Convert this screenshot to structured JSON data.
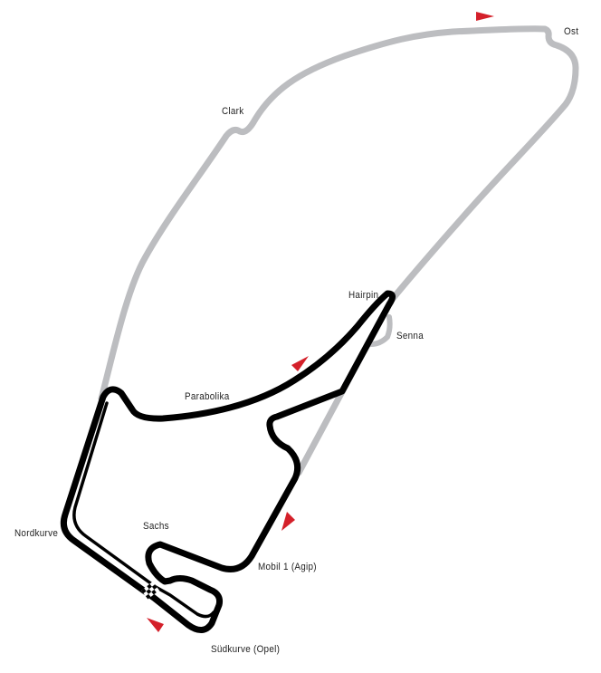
{
  "circuit": {
    "corners": {
      "ost": "Ost",
      "clark": "Clark",
      "hairpin": "Hairpin",
      "senna": "Senna",
      "parabolika": "Parabolika",
      "sachs": "Sachs",
      "nordkurve": "Nordkurve",
      "mobil1": "Mobil 1 (Agip)",
      "suedkurve": "Südkurve (Opel)"
    },
    "colors": {
      "current_track": "#000000",
      "old_track": "#bcbdc0",
      "direction_arrow": "#d4202a"
    }
  }
}
